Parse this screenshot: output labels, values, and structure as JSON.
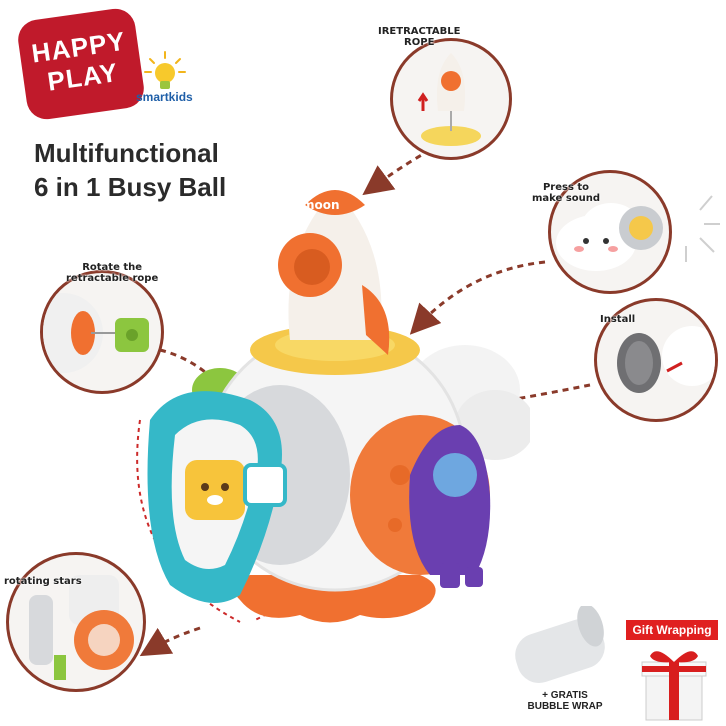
{
  "brand": {
    "logo_line1": "HAPPY",
    "logo_line2": "PLAY",
    "sub": "smartkids"
  },
  "headline": {
    "line1": "Multifunctional",
    "line2": "6 in 1 Busy Ball"
  },
  "callouts": {
    "rope_line1": "IRETRACTABLE",
    "rope_line2": "ROPE",
    "rocket_text": "moon",
    "press_line1": "Press to",
    "press_line2": "make sound",
    "rotate_line1": "Rotate the",
    "rotate_line2": "retractable rope",
    "install": "Install",
    "stars": "rotating stars"
  },
  "promo": {
    "gift": "Gift Wrapping",
    "bubble_line1": "+ GRATIS",
    "bubble_line2": "BUBBLE WRAP"
  },
  "colors": {
    "accent_red": "#c01a2b",
    "circle_border": "#8a3a2a",
    "toy_orange": "#f07030",
    "toy_teal": "#35b8c8",
    "toy_purple": "#6a3fb0",
    "toy_yellow": "#f5c84a"
  }
}
